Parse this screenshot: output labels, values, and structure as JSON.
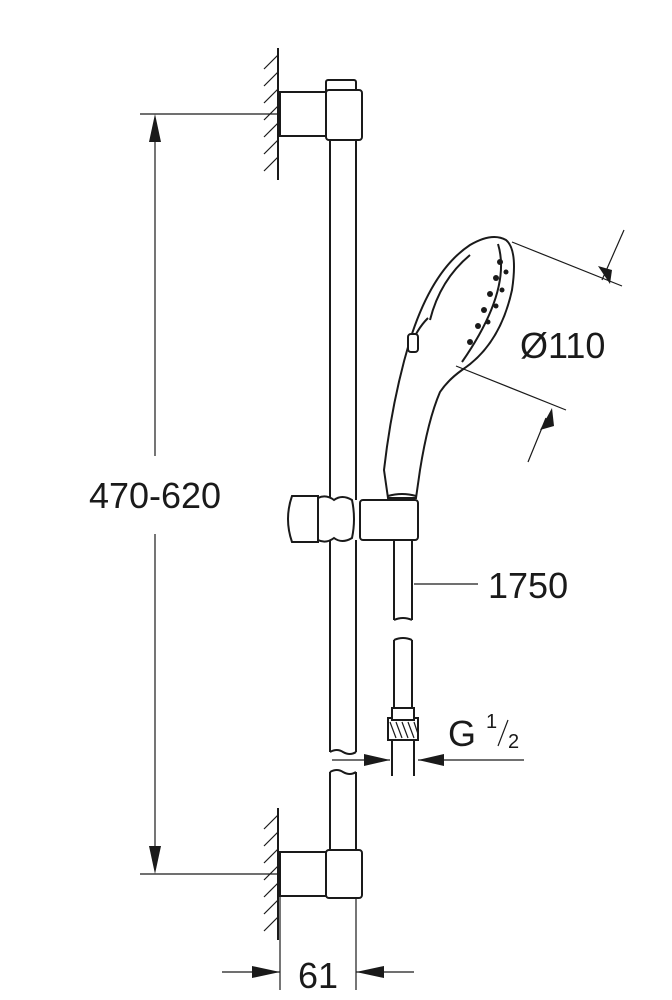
{
  "dimensions": {
    "height_range": "470-620",
    "head_diameter": "Ø110",
    "hose_length": "1750",
    "thread_main": "G",
    "thread_numerator": "1",
    "thread_denominator": "2",
    "wall_distance": "61"
  },
  "colors": {
    "line": "#1a1a1a",
    "background": "#ffffff"
  }
}
